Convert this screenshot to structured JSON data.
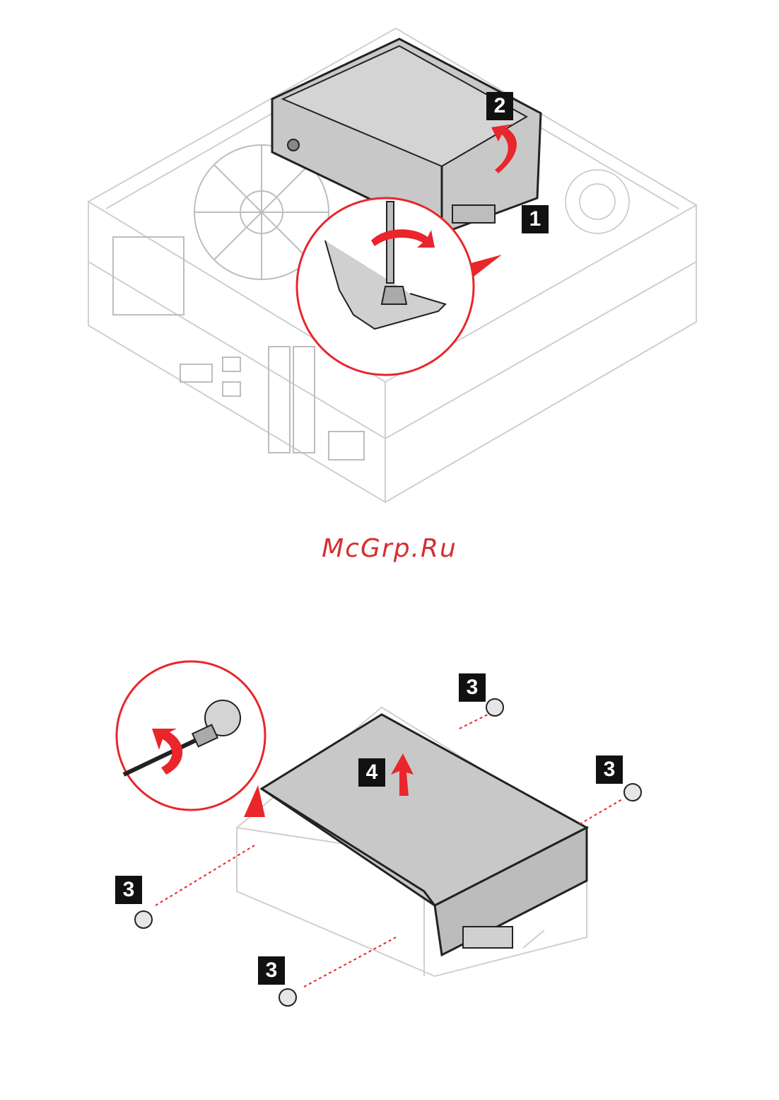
{
  "watermark": {
    "text": "McGrp.Ru"
  },
  "colors": {
    "accent": "#e8262b",
    "line": "#cfcfcf",
    "metal": "#c8c8c8",
    "dark": "#222222"
  },
  "steps": {
    "top": [
      {
        "label": "1"
      },
      {
        "label": "2"
      }
    ],
    "bottom": [
      {
        "label": "3"
      },
      {
        "label": "3"
      },
      {
        "label": "3"
      },
      {
        "label": "3"
      },
      {
        "label": "4"
      }
    ]
  },
  "icons": [
    "screwdriver-icon",
    "screw-icon",
    "rotate-arrow-icon",
    "lift-arrow-icon"
  ]
}
